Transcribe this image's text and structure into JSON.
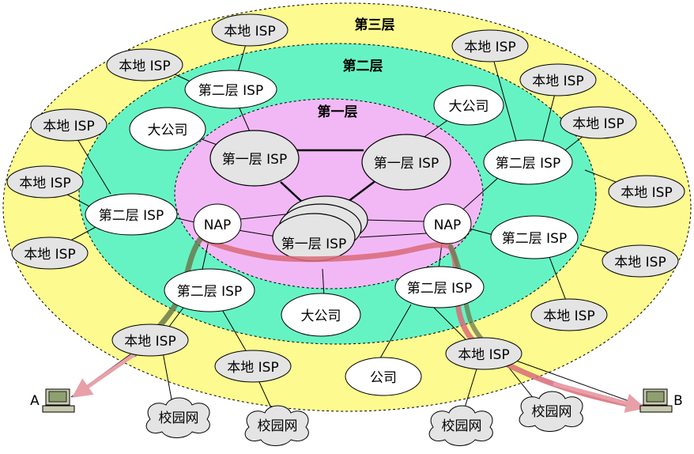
{
  "layers": {
    "third": "第三层",
    "second": "第二层",
    "first": "第一层"
  },
  "labels": {
    "local_isp": "本地 ISP",
    "tier2_isp": "第二层 ISP",
    "tier1_isp": "第一层 ISP",
    "nap": "NAP",
    "big_company": "大公司",
    "company": "公司",
    "campus": "校园网",
    "host_a": "A",
    "host_b": "B"
  },
  "colors": {
    "third_layer": "#fdfb8f",
    "second_layer": "#66f3c3",
    "first_layer": "#f2b8f6",
    "node_fill": "#e4e4e4",
    "path_red": "#d96a78",
    "path_dark": "#6a7a4e"
  }
}
